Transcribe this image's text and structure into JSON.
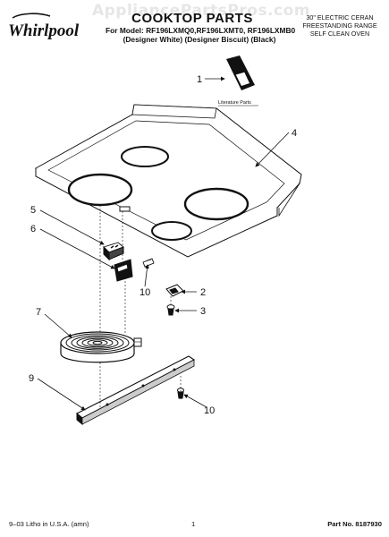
{
  "watermark": "AppliancePartsPros.com",
  "brand": {
    "name": "Whirlpool",
    "logo_icon": "whirlpool-logo"
  },
  "header": {
    "title": "COOKTOP PARTS",
    "model_line_1": "For Model: RF196LXMQ0,RF196LXMT0, RF196LXMB0",
    "model_line_2": "(Designer White) (Designer Biscuit) (Black)",
    "product_lines": [
      "30\" ELECTRIC CERAN",
      "FREESTANDING RANGE",
      "SELF CLEAN OVEN"
    ]
  },
  "diagram": {
    "literature_label": "Literature Parts",
    "callouts": [
      "1",
      "4",
      "5",
      "6",
      "10",
      "2",
      "3",
      "7",
      "9",
      "10"
    ]
  },
  "footer": {
    "left": "9–03 Litho in U.S.A. (amn)",
    "center": "1",
    "right": "Part No. 8187930"
  }
}
